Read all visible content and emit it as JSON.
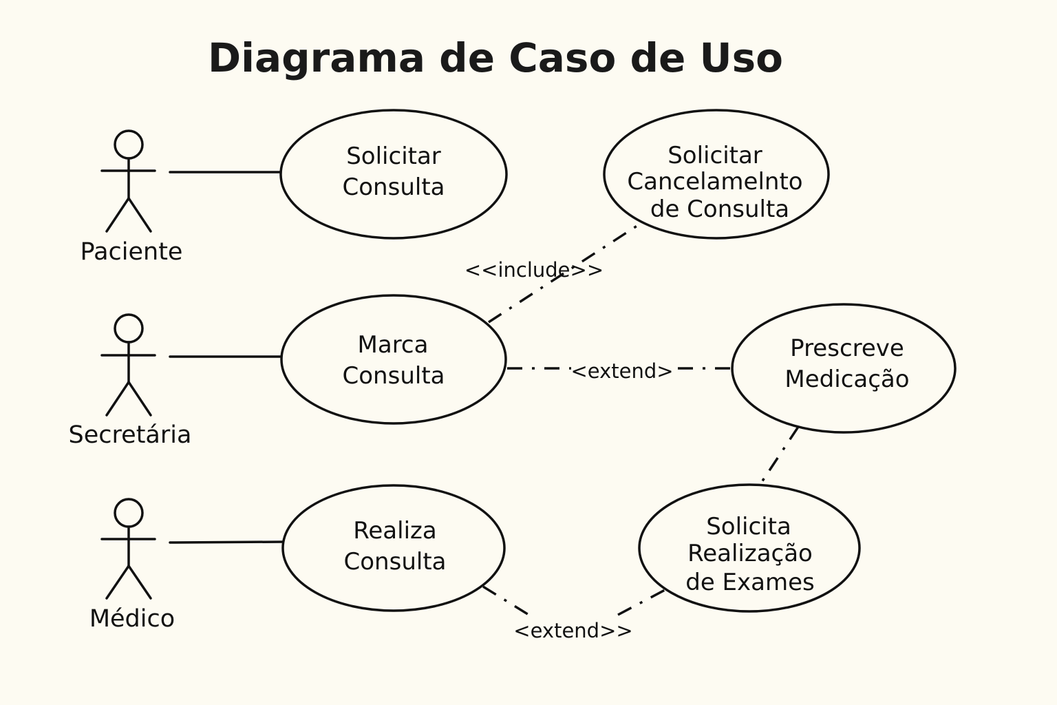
{
  "title": "Diagrama de Caso de Uso",
  "actors": [
    {
      "id": "paciente",
      "label": "Paciente"
    },
    {
      "id": "secretaria",
      "label": "Secretária"
    },
    {
      "id": "medico",
      "label": "Médico"
    }
  ],
  "use_cases": [
    {
      "id": "solicitar-consulta",
      "lines": [
        "Solicitar",
        "Consulta"
      ]
    },
    {
      "id": "solicitar-cancelamento",
      "lines": [
        "Solicitar",
        "Cancelamelnto",
        "de Consulta"
      ]
    },
    {
      "id": "marca-consulta",
      "lines": [
        "Marca",
        "Consulta"
      ]
    },
    {
      "id": "prescreve-medicacao",
      "lines": [
        "Prescreve",
        "Medicação"
      ]
    },
    {
      "id": "realiza-consulta",
      "lines": [
        "Realiza",
        "Consulta"
      ]
    },
    {
      "id": "solicita-exames",
      "lines": [
        "Solicita",
        "Realização",
        "de Exames"
      ]
    }
  ],
  "relations": [
    {
      "from": "paciente",
      "to": "solicitar-consulta",
      "type": "association",
      "label": ""
    },
    {
      "from": "secretaria",
      "to": "marca-consulta",
      "type": "association",
      "label": ""
    },
    {
      "from": "medico",
      "to": "realiza-consulta",
      "type": "association",
      "label": ""
    },
    {
      "from": "marca-consulta",
      "to": "solicitar-cancelamento",
      "type": "include",
      "label": "<<include>>"
    },
    {
      "from": "marca-consulta",
      "to": "prescreve-medicacao",
      "type": "extend",
      "label": "<extend>"
    },
    {
      "from": "prescreve-medicacao",
      "to": "solicita-exames",
      "type": "dependency",
      "label": ""
    },
    {
      "from": "realiza-consulta",
      "to": "solicita-exames",
      "type": "extend",
      "label": "<extend>>"
    }
  ]
}
